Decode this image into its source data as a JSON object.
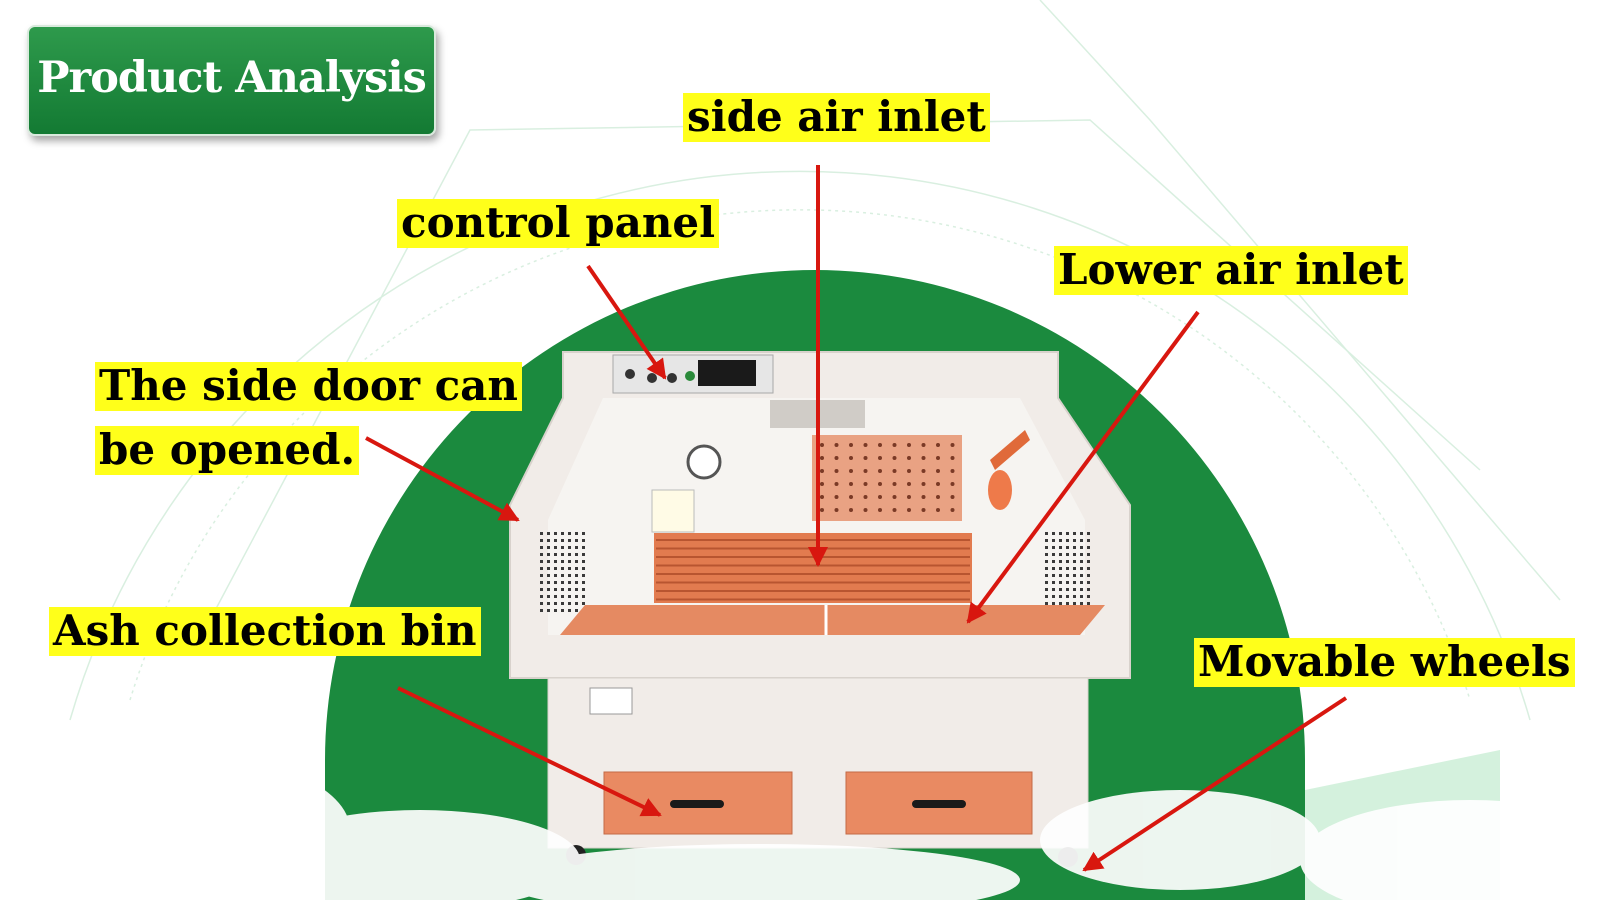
{
  "title_badge": {
    "text": "Product Analysis"
  },
  "callouts": {
    "side_air_inlet": "side air inlet",
    "control_panel": "control panel",
    "lower_air_inlet": "Lower air inlet",
    "side_door_line1": "The side door can",
    "side_door_line2": "be opened.",
    "ash_bin": "Ash collection bin",
    "wheels": "Movable wheels"
  },
  "colors": {
    "background": "#ffffff",
    "dome_green": "#1b8a3e",
    "badge_green": "#1f8a3f",
    "label_yellow": "#ffff1a",
    "arrow_red": "#d8170f",
    "cabinet": "#f1ece8",
    "accent_orange": "#e98a62"
  }
}
